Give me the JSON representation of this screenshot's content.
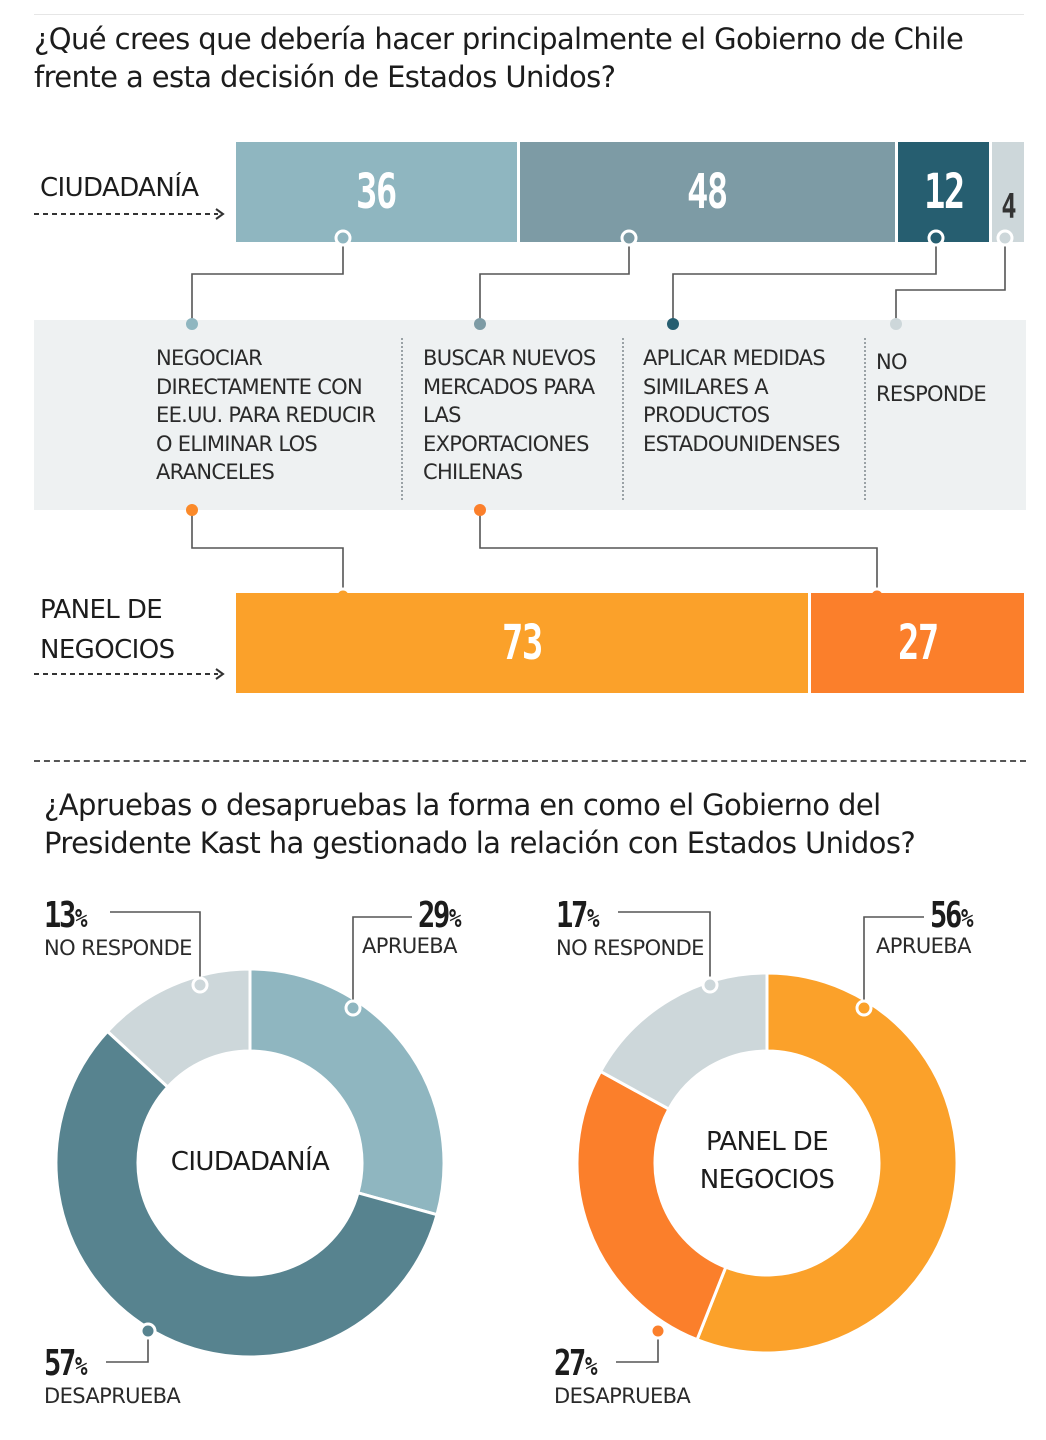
{
  "q1": {
    "title": "¿Qué crees que debería hacer principalmente el Gobierno de Chile frente a esta decisión de Estados Unidos?"
  },
  "q2": {
    "title": "¿Apruebas o desapruebas la forma en como el Gobierno del Presidente Kast ha gestionado la relación con Estados Unidos?"
  },
  "groups": {
    "ciudadania": "CIUDADANÍA",
    "panel": "PANEL DE NEGOCIOS",
    "ciudadania_center": "CIUDADANÍA",
    "panel_center": "PANEL DE NEGOCIOS"
  },
  "options": [
    "NEGOCIAR DIRECTAMENTE CON EE.UU. PARA REDUCIR O ELIMINAR LOS ARANCELES",
    "BUSCAR NUEVOS MERCADOS PARA LAS EXPORTACIONES CHILENAS",
    "APLICAR MEDIDAS SIMILARES A PRODUCTOS ESTADOUNIDENSES",
    "NO RESPONDE"
  ],
  "colors": {
    "light_teal": "#8fb6c0",
    "mid_teal": "#7d9ba5",
    "dark_teal": "#265e70",
    "light_grey": "#cdd7da",
    "donut_dark_teal": "#57838f",
    "orange": "#fba12a",
    "dark_orange": "#fb7f2b"
  },
  "chart_data": [
    {
      "type": "bar",
      "stacked": true,
      "orientation": "horizontal",
      "categories": [
        "CIUDADANÍA",
        "PANEL DE NEGOCIOS"
      ],
      "series": [
        {
          "name": "NEGOCIAR DIRECTAMENTE CON EE.UU. PARA REDUCIR O ELIMINAR LOS ARANCELES",
          "values": [
            36,
            73
          ],
          "color": "#8fb6c0",
          "color_panel": "#fba12a"
        },
        {
          "name": "BUSCAR NUEVOS MERCADOS PARA LAS EXPORTACIONES CHILENAS",
          "values": [
            48,
            27
          ],
          "color": "#7d9ba5",
          "color_panel": "#fb7f2b"
        },
        {
          "name": "APLICAR MEDIDAS SIMILARES A PRODUCTOS ESTADOUNIDENSES",
          "values": [
            12,
            0
          ],
          "color": "#265e70"
        },
        {
          "name": "NO RESPONDE",
          "values": [
            4,
            0
          ],
          "color": "#cdd7da"
        }
      ],
      "labels_ciudadania": [
        "36",
        "48",
        "12",
        "4"
      ],
      "labels_panel": [
        "73",
        "27"
      ],
      "total": 100
    },
    {
      "type": "pie",
      "donut": true,
      "center_label": "CIUDADANÍA",
      "slices": [
        {
          "label": "APRUEBA",
          "value": 29,
          "color": "#8fb6c0"
        },
        {
          "label": "DESAPRUEBA",
          "value": 57,
          "color": "#57838f"
        },
        {
          "label": "NO RESPONDE",
          "value": 13,
          "color": "#cdd7da"
        }
      ]
    },
    {
      "type": "pie",
      "donut": true,
      "center_label": "PANEL DE NEGOCIOS",
      "slices": [
        {
          "label": "APRUEBA",
          "value": 56,
          "color": "#fba12a"
        },
        {
          "label": "DESAPRUEBA",
          "value": 27,
          "color": "#fb7f2b"
        },
        {
          "label": "NO RESPONDE",
          "value": 17,
          "color": "#cdd7da"
        }
      ]
    }
  ],
  "donut_labels": {
    "ciudadania": {
      "no_responde": {
        "pct": "13",
        "sign": "%",
        "label": "NO RESPONDE"
      },
      "aprueba": {
        "pct": "29",
        "sign": "%",
        "label": "APRUEBA"
      },
      "desaprueba": {
        "pct": "57",
        "sign": "%",
        "label": "DESAPRUEBA"
      }
    },
    "panel": {
      "no_responde": {
        "pct": "17",
        "sign": "%",
        "label": "NO RESPONDE"
      },
      "aprueba": {
        "pct": "56",
        "sign": "%",
        "label": "APRUEBA"
      },
      "desaprueba": {
        "pct": "27",
        "sign": "%",
        "label": "DESAPRUEBA"
      }
    }
  }
}
